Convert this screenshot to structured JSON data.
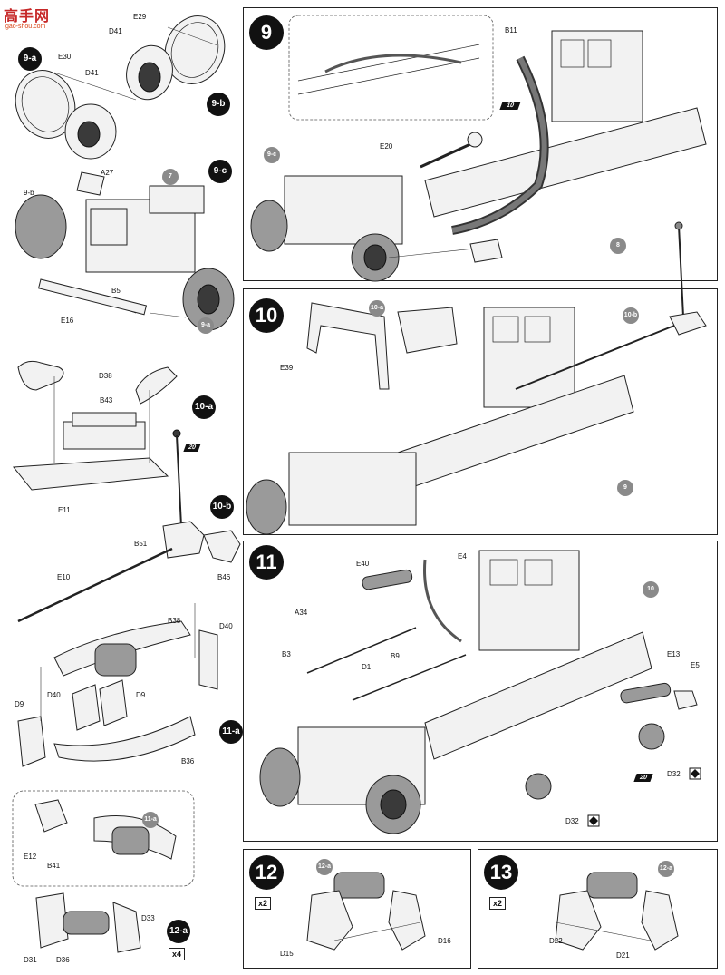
{
  "watermark": {
    "logo_text": "高手网",
    "url": "gao-shou.com"
  },
  "left_column": {
    "labels": [
      "E29",
      "D41",
      "E30",
      "D41",
      "A27",
      "9-b",
      "B5",
      "E16",
      "D38",
      "B43",
      "E11",
      "B51",
      "B46",
      "E10",
      "B38",
      "D40",
      "D40",
      "D9",
      "D9",
      "B36",
      "E12",
      "B41",
      "D31",
      "D36",
      "D33"
    ],
    "subassemblies": {
      "s9a": "9-a",
      "s9b": "9-b",
      "s9c": "9-c",
      "s10a": "10-a",
      "s10b": "10-b",
      "s11a": "11-a",
      "s12a": "12-a"
    },
    "grey_refs": {
      "g7": "7",
      "g9a": "9-a",
      "g11a": "11-a"
    },
    "arrow_ref": "20",
    "multiplier_12a": "x4"
  },
  "step9": {
    "number": "9",
    "labels": [
      "B11",
      "E20"
    ],
    "refs": {
      "r9c": "9-c",
      "r8": "8"
    },
    "arrow_ref": "10"
  },
  "step10": {
    "number": "10",
    "labels": [
      "E39"
    ],
    "refs": {
      "r10a": "10-a",
      "r10b": "10-b",
      "r9": "9"
    }
  },
  "step11": {
    "number": "11",
    "labels": [
      "E40",
      "E4",
      "A34",
      "B3",
      "D1",
      "B9",
      "E13",
      "E5",
      "D32",
      "D32"
    ],
    "refs": {
      "r10": "10"
    },
    "arrow_ref": "20"
  },
  "step12": {
    "number": "12",
    "multiplier": "x2",
    "labels": [
      "D15",
      "D16"
    ],
    "refs": {
      "r12a": "12-a"
    }
  },
  "step13": {
    "number": "13",
    "multiplier": "x2",
    "labels": [
      "D22",
      "D21"
    ],
    "refs": {
      "r12a": "12-a"
    }
  }
}
